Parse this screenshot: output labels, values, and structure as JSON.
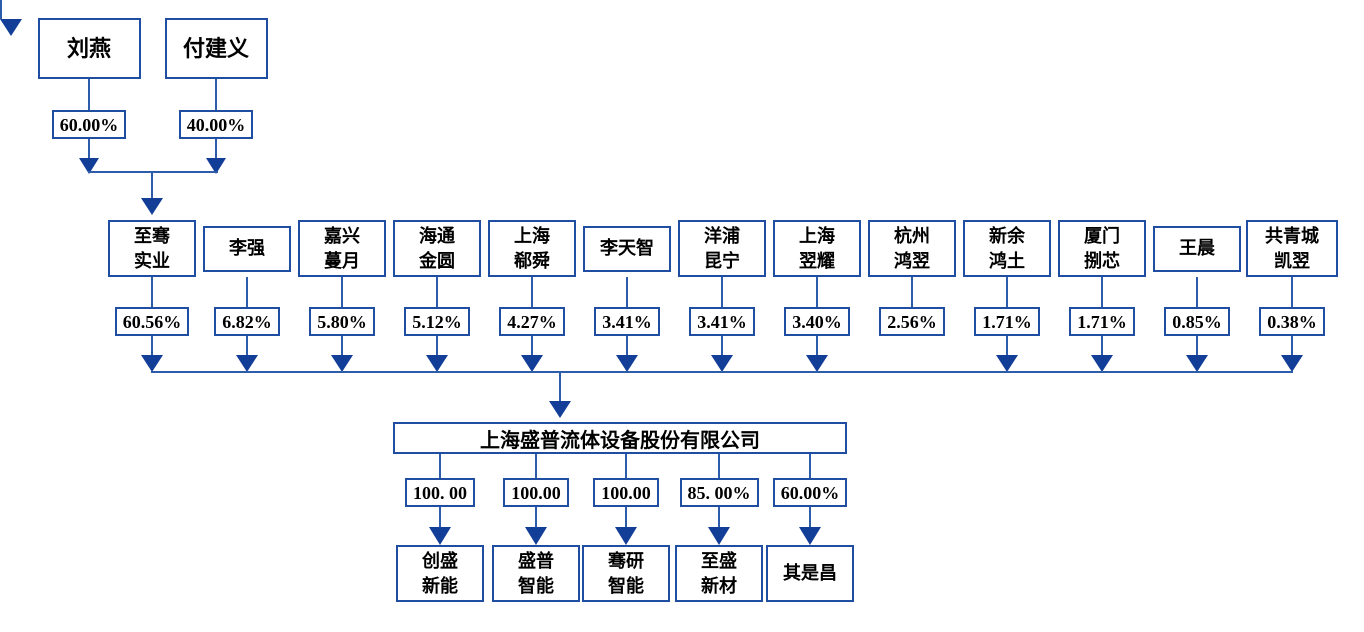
{
  "colors": {
    "border": "#1e4da1",
    "line": "#2d5caa",
    "arrow": "#133e98"
  },
  "top_owners": [
    {
      "name": "刘燕",
      "percent": "60.00%"
    },
    {
      "name": "付建义",
      "percent": "40.00%"
    }
  ],
  "shareholders": [
    {
      "name": "至骞\n实业",
      "percent": "60.56%"
    },
    {
      "name": "李强",
      "percent": "6.82%"
    },
    {
      "name": "嘉兴\n蔓月",
      "percent": "5.80%"
    },
    {
      "name": "海通\n金圆",
      "percent": "5.12%"
    },
    {
      "name": "上海\n郗舜",
      "percent": "4.27%"
    },
    {
      "name": "李天智",
      "percent": "3.41%"
    },
    {
      "name": "洋浦\n昆宁",
      "percent": "3.41%"
    },
    {
      "name": "上海\n翌耀",
      "percent": "3.40%"
    },
    {
      "name": "杭州\n鸿翌",
      "percent": "2.56%"
    },
    {
      "name": "新余\n鸿土",
      "percent": "1.71%"
    },
    {
      "name": "厦门\n捌芯",
      "percent": "1.71%"
    },
    {
      "name": "王晨",
      "percent": "0.85%"
    },
    {
      "name": "共青城\n凯翌",
      "percent": "0.38%"
    }
  ],
  "company": {
    "name": "上海盛普流体设备股份有限公司"
  },
  "subsidiaries": [
    {
      "percent": "100. 00",
      "name": "创盛\n新能"
    },
    {
      "percent": "100.00",
      "name": "盛普\n智能"
    },
    {
      "percent": "100.00",
      "name": "骞研\n智能"
    },
    {
      "percent": "85. 00%",
      "name": "至盛\n新材"
    },
    {
      "percent": "60.00%",
      "name": "其是昌"
    }
  ]
}
